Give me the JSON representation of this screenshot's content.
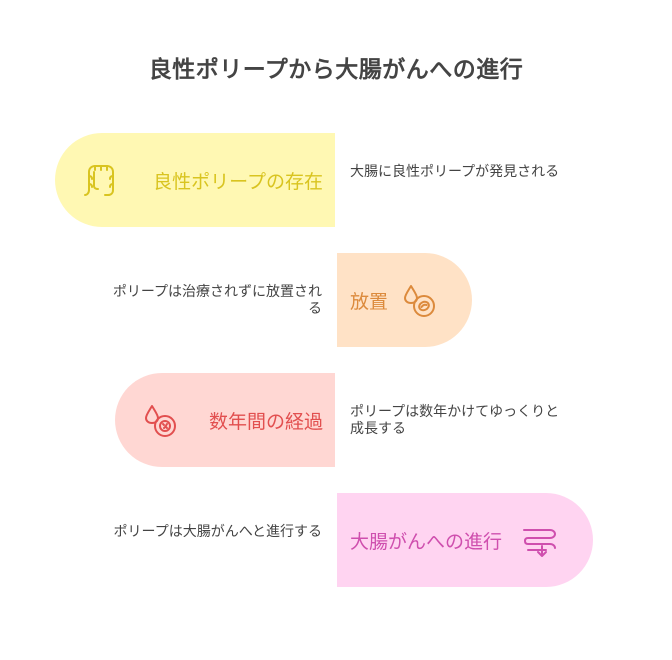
{
  "title": "良性ポリープから大腸がんへの進行",
  "steps": [
    {
      "label": "良性ポリープの存在",
      "description": "大腸に良性ポリープが発見される",
      "icon": "intestine-icon",
      "color": "#d9c420",
      "bg": "#fff8b3"
    },
    {
      "label": "放置",
      "description": "ポリープは治療されずに放置される",
      "icon": "polyp-drop-icon",
      "color": "#dc8a3c",
      "bg": "#ffe2c6"
    },
    {
      "label": "数年間の経過",
      "description": "ポリープは数年かけてゆっくりと成長する",
      "icon": "growing-cell-icon",
      "color": "#e24f4f",
      "bg": "#ffd7d3"
    },
    {
      "label": "大腸がんへの進行",
      "description": "ポリープは大腸がんへと進行する",
      "icon": "progression-arrow-icon",
      "color": "#cf4fae",
      "bg": "#ffd4f1"
    }
  ]
}
